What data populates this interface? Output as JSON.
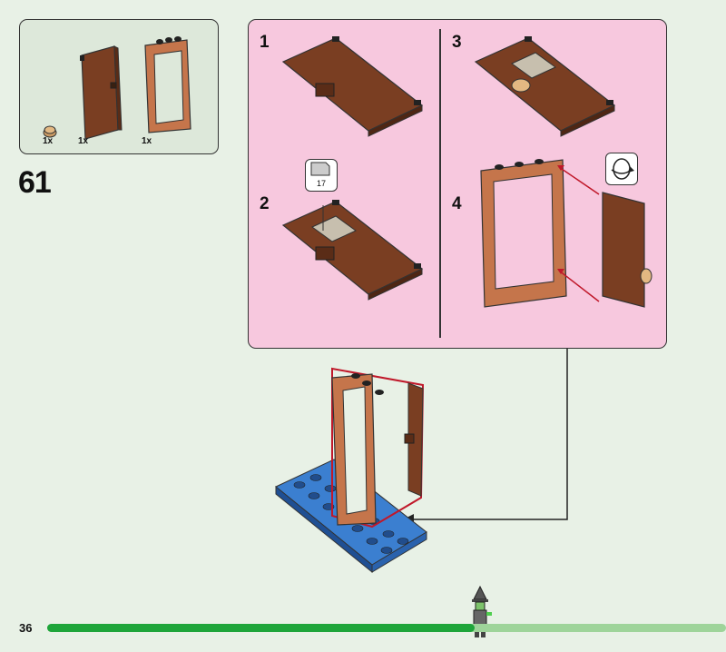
{
  "parts_box": {
    "items": [
      {
        "icon": "round-tile-tan",
        "qty": "1x"
      },
      {
        "icon": "door-brown",
        "qty": "1x"
      },
      {
        "icon": "door-frame-brown",
        "qty": "1x"
      }
    ]
  },
  "step": {
    "number": "61"
  },
  "substeps": [
    {
      "label": "1"
    },
    {
      "label": "2",
      "sticker": "17"
    },
    {
      "label": "3"
    },
    {
      "label": "4",
      "icon": "rotate-icon"
    }
  ],
  "footer": {
    "page_number": "36",
    "progress": 0.63,
    "colors": {
      "track": "#9ed49a",
      "fill": "#1ea53a"
    }
  },
  "colors": {
    "background": "#e8f1e6",
    "panel": "#f7c8de",
    "parts_box": "#dde8da",
    "brick_brown": "#8a4a2a",
    "brick_blue": "#3b7fd0"
  }
}
